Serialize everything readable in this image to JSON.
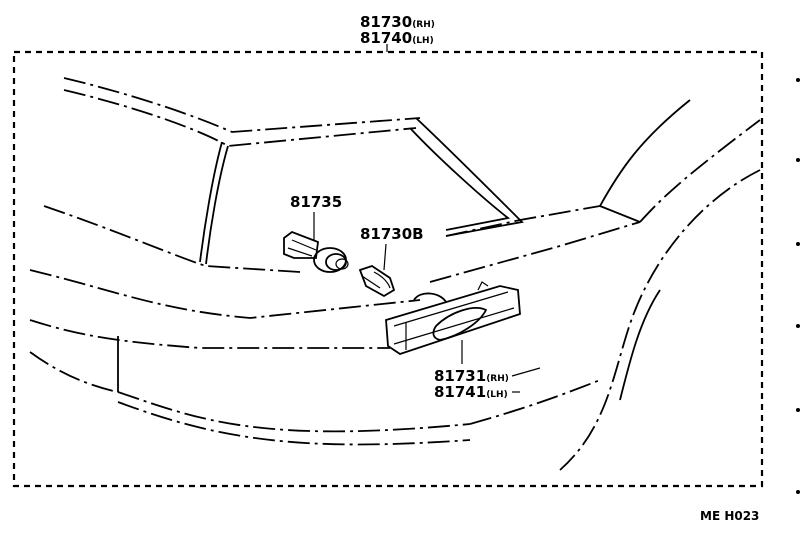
{
  "callouts": {
    "assembly_rh": {
      "number": "81730",
      "side": "(RH)"
    },
    "assembly_lh": {
      "number": "81740",
      "side": "(LH)"
    },
    "socket": {
      "number": "81735"
    },
    "bulb": {
      "number": "81730B"
    },
    "lens_rh": {
      "number": "81731",
      "side": "(RH)"
    },
    "lens_lh": {
      "number": "81741",
      "side": "(LH)"
    }
  },
  "figure_code": "ME H023"
}
